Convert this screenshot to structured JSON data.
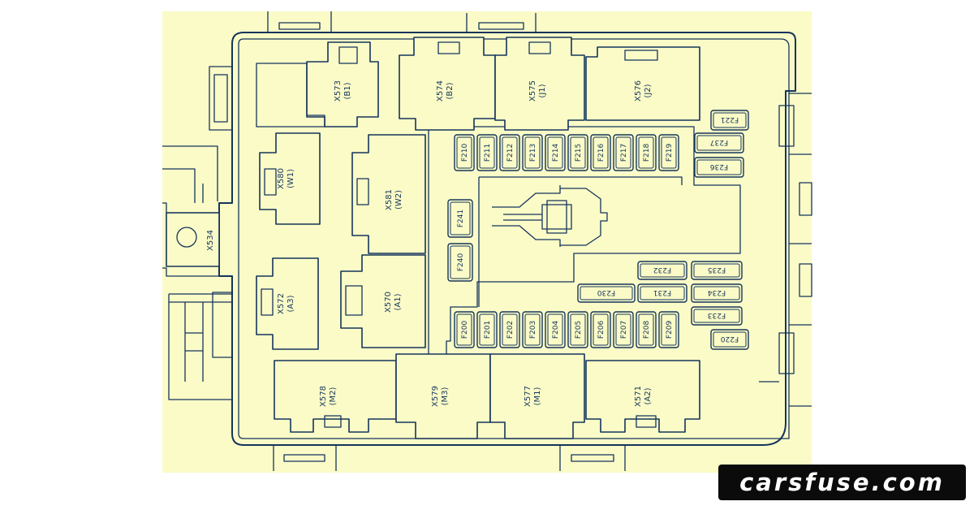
{
  "connectors": [
    {
      "id": "X573",
      "pin": "(B1)"
    },
    {
      "id": "X574",
      "pin": "(B2)"
    },
    {
      "id": "X575",
      "pin": "(J1)"
    },
    {
      "id": "X576",
      "pin": "(J2)"
    },
    {
      "id": "X580",
      "pin": "(W1)"
    },
    {
      "id": "X581",
      "pin": "(W2)"
    },
    {
      "id": "X572",
      "pin": "(A3)"
    },
    {
      "id": "X570",
      "pin": "(A1)"
    },
    {
      "id": "X578",
      "pin": "(M2)"
    },
    {
      "id": "X579",
      "pin": "(M3)"
    },
    {
      "id": "X577",
      "pin": "(M1)"
    },
    {
      "id": "X571",
      "pin": "(A2)"
    },
    {
      "id": "X534",
      "pin": ""
    }
  ],
  "fuses_top_row": [
    "F210",
    "F211",
    "F212",
    "F213",
    "F214",
    "F215",
    "F216",
    "F217",
    "F218",
    "F219"
  ],
  "fuses_bottom_row": [
    "F200",
    "F201",
    "F202",
    "F203",
    "F204",
    "F205",
    "F206",
    "F207",
    "F208",
    "F209"
  ],
  "fuses_right_top": [
    "F221",
    "F237",
    "F236"
  ],
  "fuses_middle": [
    "F241",
    "F240"
  ],
  "fuses_right_bottom": {
    "row1": [
      "F232",
      "F235"
    ],
    "row2": [
      "F230",
      "F231",
      "F234"
    ],
    "row3": [
      "F233"
    ],
    "row4": [
      "F220"
    ]
  },
  "brand": "carsfuse.com",
  "colors": {
    "background": "#fbfbc7",
    "lines": "#14345c",
    "badge": "#0b0b0b"
  }
}
